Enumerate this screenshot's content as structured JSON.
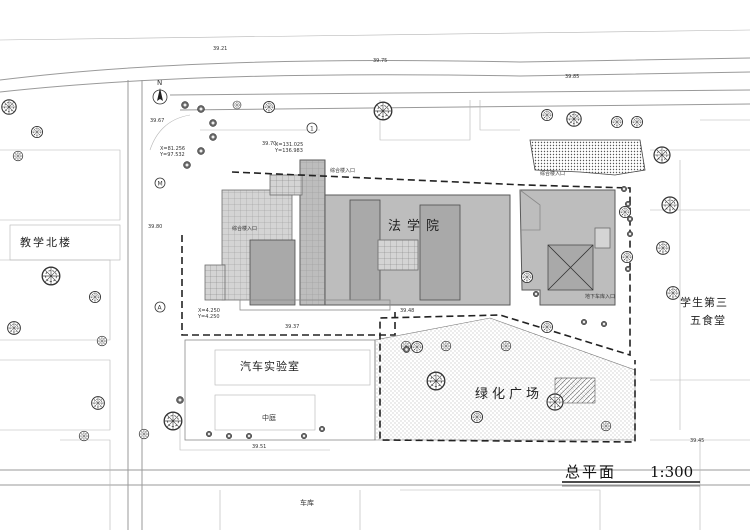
{
  "drawing": {
    "title": "总平面",
    "scale": "1:300",
    "buildings": {
      "law_school": "法学院",
      "teaching_north": "教学北楼",
      "auto_lab": "汽车实验室",
      "cafeteria": "学生第三\n五食堂",
      "cafeteria_line1": "学生第三",
      "cafeteria_line2": "五食堂"
    },
    "areas": {
      "green_plaza": "绿化广场"
    },
    "small_labels": {
      "entrance_1": "综合楼入口",
      "entrance_2": "综合楼入口",
      "entrance_3": "综合楼入口",
      "entrance_4": "地下车库入口",
      "grid_M": "M",
      "grid_A": "A",
      "grid_1": "1",
      "north": "N",
      "coord_1": "X=81.256",
      "coord_2": "Y=97.532",
      "coord_3": "X=131.025",
      "coord_4": "Y=136.983",
      "coord_5": "X=4.250",
      "coord_6": "Y=4.250",
      "elev_1": "39.21",
      "elev_2": "39.75",
      "elev_3": "39.67",
      "elev_4": "39.85",
      "elev_5": "39.70",
      "elev_6": "39.80",
      "elev_7": "39.51",
      "elev_8": "39.37",
      "elev_9": "39.48",
      "elev_10": "39.45",
      "small_1": "中庭",
      "small_2": "车库"
    }
  }
}
